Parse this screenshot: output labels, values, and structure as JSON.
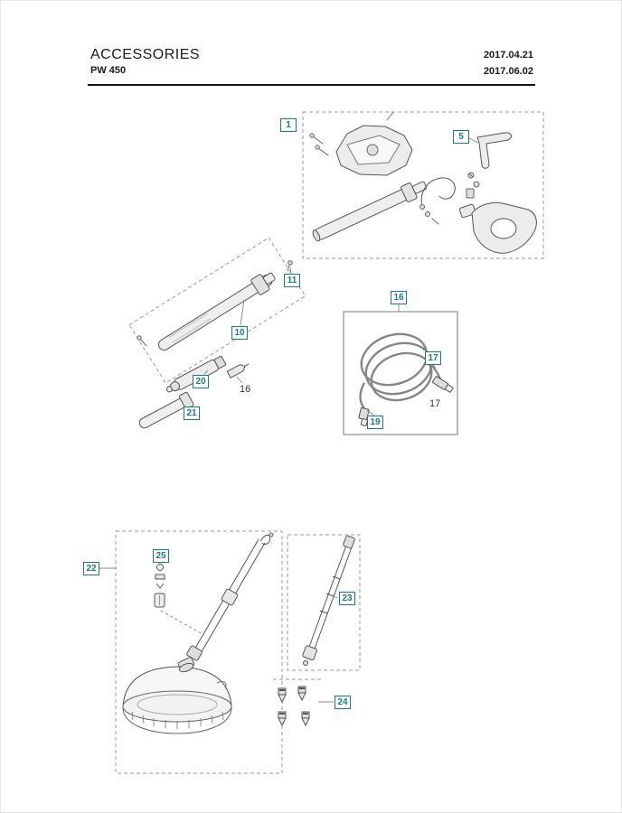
{
  "colors": {
    "accent": "#1b7985"
  },
  "header": {
    "title": "ACCESSORIES",
    "model": "PW 450",
    "date_top": "2017.04.21",
    "date_bottom": "2017.06.02"
  },
  "callouts": {
    "c1": "1",
    "c5": "5",
    "c10": "10",
    "c11": "11",
    "c16": "16",
    "c17": "17",
    "c19": "19",
    "c20": "20",
    "c21": "21",
    "c22": "22",
    "c23": "23",
    "c24": "24",
    "c25": "25"
  },
  "plain_labels": {
    "p16": "16",
    "p17": "17"
  }
}
